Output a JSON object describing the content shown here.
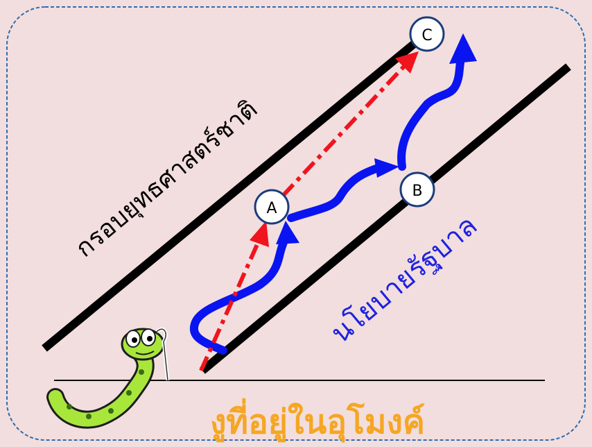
{
  "labels": {
    "national_strategy": "กรอบยุทธศาสตร์ชาติ",
    "government_policy": "นโยบายรัฐบาล",
    "snake_in_tunnel": "งูที่อยู่ในอุโมงค์"
  },
  "nodes": {
    "a": "A",
    "b": "B",
    "c": "C"
  },
  "colors": {
    "background": "#f2dede",
    "border": "#2e6db0",
    "rails": "#000000",
    "policy_path": "#0a14f0",
    "strategy_path": "#f0141e",
    "policy_text": "#1f22e0",
    "snake_caption": "#f5a623",
    "snake_body": "#a8e63c"
  }
}
